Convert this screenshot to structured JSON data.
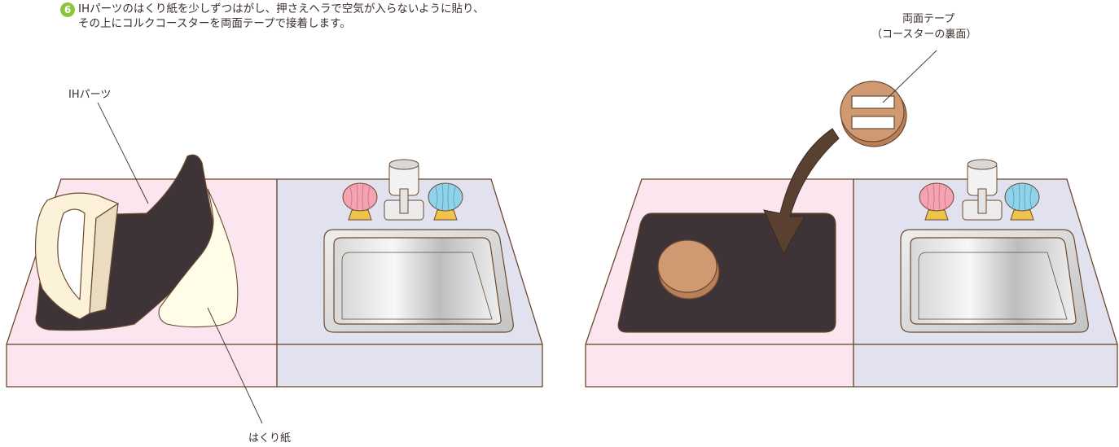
{
  "instruction": {
    "step_number": "6",
    "line1": "IHパーツのはくり紙を少しずつはがし、押さえヘラで空気が入らないように貼り、",
    "line2": "その上にコルクコースターを両面テープで接着します。"
  },
  "left_panel": {
    "ih_label": "IHパーツ",
    "paper_label": "はくり紙"
  },
  "right_panel": {
    "tape_label_line1": "両面テープ",
    "tape_label_line2": "（コースターの裏面）"
  },
  "colors": {
    "step_badge": "#8cc63f",
    "counter_pink": "#fbe6ef",
    "counter_lavender": "#e1e1ef",
    "ih_sheet": "#3e3438",
    "cork": "#cf9a72",
    "outline": "#6b4a2e",
    "knob_pink": "#f4a3b3",
    "knob_blue": "#8fd3ea",
    "knob_base": "#f0c44a"
  }
}
